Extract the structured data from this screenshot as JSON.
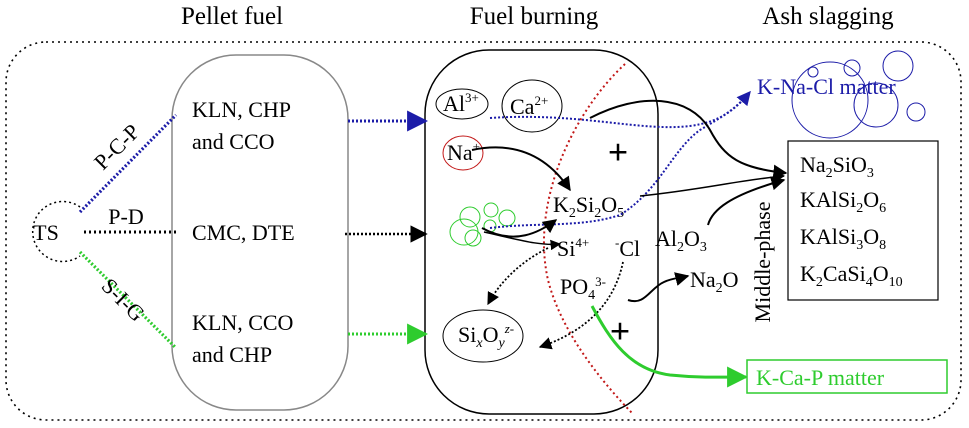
{
  "headers": {
    "pellet_fuel": "Pellet fuel",
    "fuel_burning": "Fuel burning",
    "ash_slagging": "Ash slagging"
  },
  "source": "TS",
  "routes": {
    "pcp": "P-C-P",
    "pd": "P-D",
    "sig": "S-I-G"
  },
  "fuels": {
    "top_line1": "KLN, CHP",
    "top_line2": "and CCO",
    "middle": "CMC, DTE",
    "bottom_line1": "KLN, CCO",
    "bottom_line2": "and CHP"
  },
  "species": {
    "al": "Al",
    "al_charge": "3+",
    "ca": "Ca",
    "ca_charge": "2+",
    "na": "Na",
    "na_charge": "+",
    "k2si2o5_k": "K",
    "k2si2o5_k_sub": "2",
    "k2si2o5_si": "Si",
    "k2si2o5_si_sub": "2",
    "k2si2o5_o": "O",
    "k2si2o5_o_sub": "5",
    "si": "Si",
    "si_charge": "4+",
    "cl": "Cl",
    "cl_charge": "-",
    "po4": "PO",
    "po4_sub": "4",
    "po4_charge": "3-",
    "sixoy_si": "Si",
    "sixoy_x": "x",
    "sixoy_o": "O",
    "sixoy_y": "y",
    "sixoy_charge": "z-",
    "al2o3": "Al",
    "al2o3_sub1": "2",
    "al2o3_o": "O",
    "al2o3_sub2": "3",
    "na2o": "Na",
    "na2o_sub": "2",
    "na2o_o": "O"
  },
  "plus_signs": [
    "+",
    "+"
  ],
  "middle_phase": "Middle-phase",
  "products": {
    "kna_cl": "K-Na-Cl matter",
    "kcap": "K-Ca-P matter",
    "na2sio3": "Na2SiO3",
    "kalsi2o6": "KAlSi2O6",
    "kalsi3o8": "KAlSi3O8",
    "k2casi4o10": "K2CaSi4O10"
  },
  "colors": {
    "blue": "#1c1ca8",
    "green": "#2ecc2e",
    "red": "#c21818",
    "black": "#000000"
  }
}
